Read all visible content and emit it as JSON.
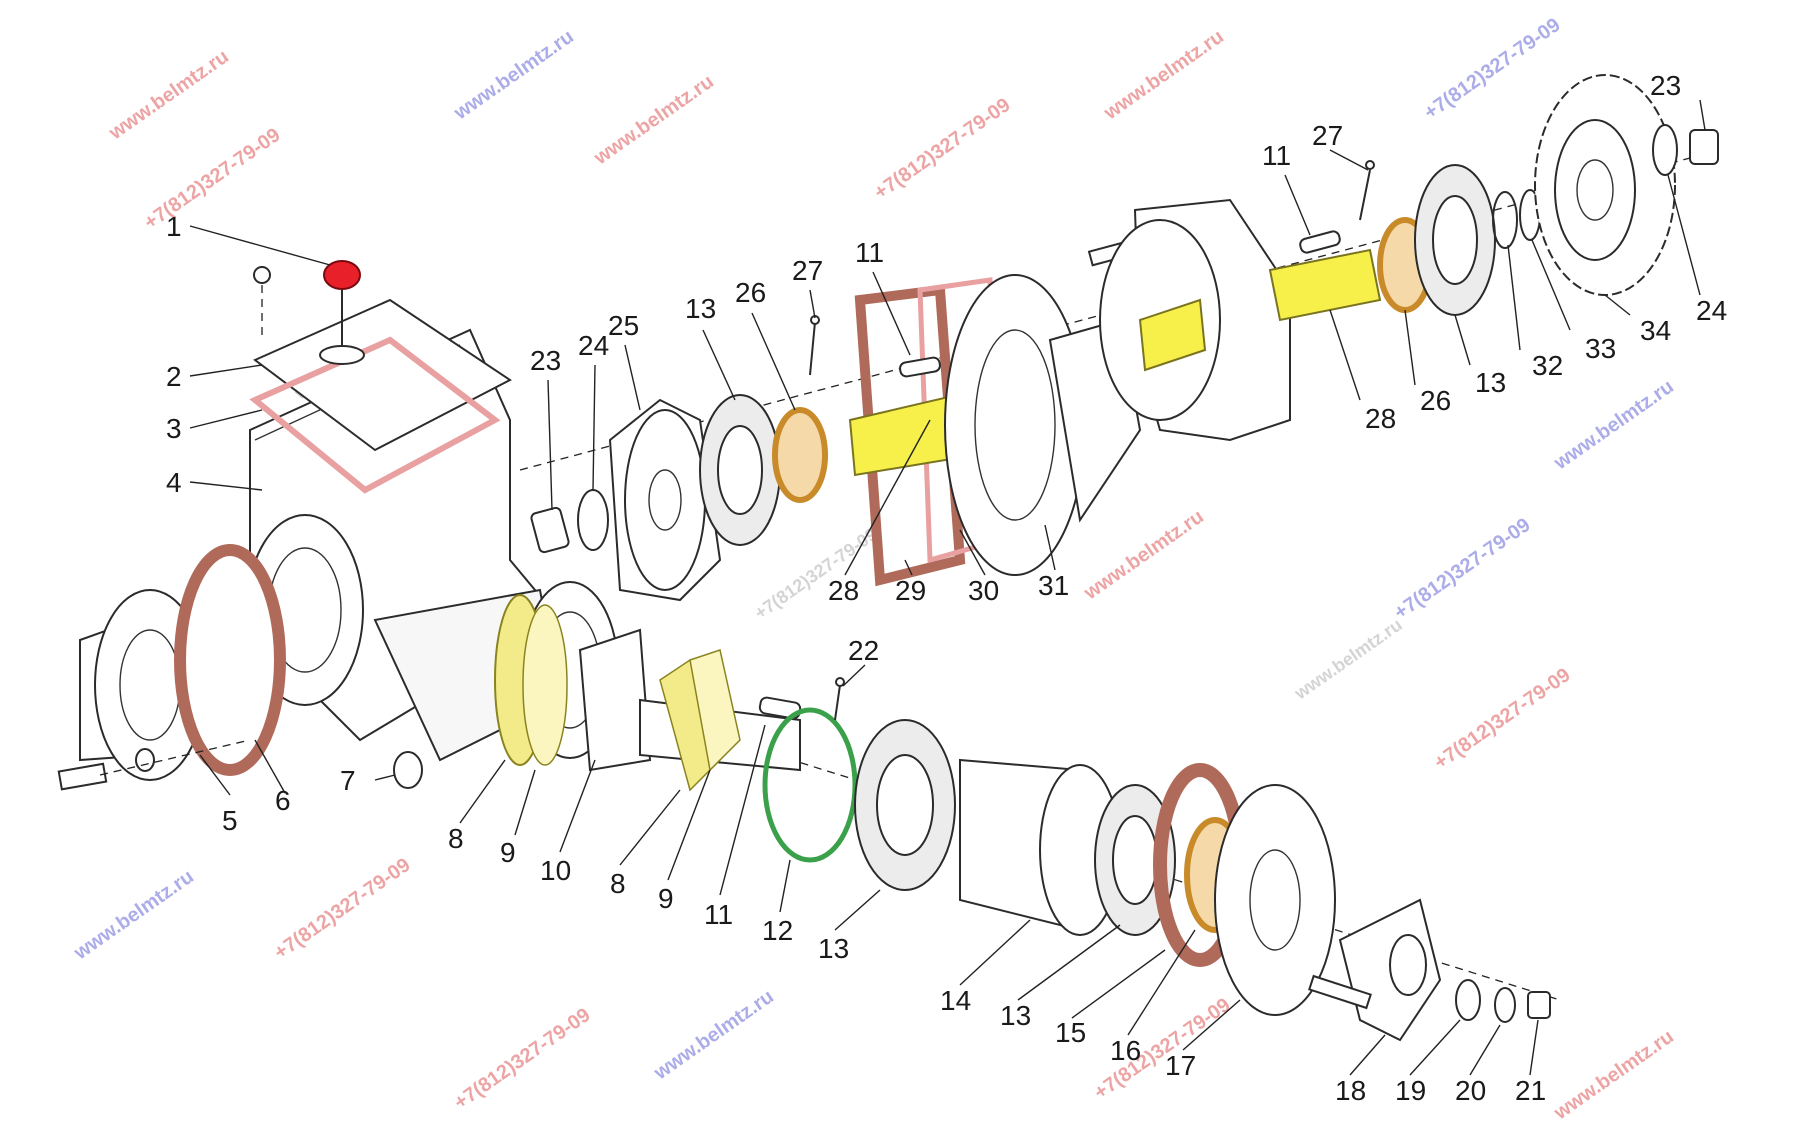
{
  "diagram": {
    "watermarks": [
      "www.belmtz.ru",
      "+7(812)327-79-09"
    ],
    "colors": {
      "highlight_red": "#e8202a",
      "highlight_yellow": "#f7f04a",
      "highlight_orange": "#e8a23a",
      "highlight_pink": "#e8a0a0",
      "highlight_brown": "#b06a5a",
      "highlight_green": "#3aa04a",
      "shim_yellow": "#f3ea8a"
    },
    "callouts": [
      {
        "id": "c1",
        "text": "1"
      },
      {
        "id": "c2",
        "text": "2"
      },
      {
        "id": "c3",
        "text": "3"
      },
      {
        "id": "c4",
        "text": "4"
      },
      {
        "id": "c5",
        "text": "5"
      },
      {
        "id": "c6",
        "text": "6"
      },
      {
        "id": "c7",
        "text": "7"
      },
      {
        "id": "c8a",
        "text": "8"
      },
      {
        "id": "c9a",
        "text": "9"
      },
      {
        "id": "c10",
        "text": "10"
      },
      {
        "id": "c8b",
        "text": "8"
      },
      {
        "id": "c9b",
        "text": "9"
      },
      {
        "id": "c11a",
        "text": "11"
      },
      {
        "id": "c12",
        "text": "12"
      },
      {
        "id": "c13a",
        "text": "13"
      },
      {
        "id": "c14",
        "text": "14"
      },
      {
        "id": "c13b",
        "text": "13"
      },
      {
        "id": "c15",
        "text": "15"
      },
      {
        "id": "c16",
        "text": "16"
      },
      {
        "id": "c17",
        "text": "17"
      },
      {
        "id": "c18",
        "text": "18"
      },
      {
        "id": "c19",
        "text": "19"
      },
      {
        "id": "c20",
        "text": "20"
      },
      {
        "id": "c21",
        "text": "21"
      },
      {
        "id": "c22",
        "text": "22"
      },
      {
        "id": "c23a",
        "text": "23"
      },
      {
        "id": "c24a",
        "text": "24"
      },
      {
        "id": "c25",
        "text": "25"
      },
      {
        "id": "c13c",
        "text": "13"
      },
      {
        "id": "c26a",
        "text": "26"
      },
      {
        "id": "c27a",
        "text": "27"
      },
      {
        "id": "c11b",
        "text": "11"
      },
      {
        "id": "c28a",
        "text": "28"
      },
      {
        "id": "c29",
        "text": "29"
      },
      {
        "id": "c30",
        "text": "30"
      },
      {
        "id": "c31",
        "text": "31"
      },
      {
        "id": "c11c",
        "text": "11"
      },
      {
        "id": "c27b",
        "text": "27"
      },
      {
        "id": "c28b",
        "text": "28"
      },
      {
        "id": "c26b",
        "text": "26"
      },
      {
        "id": "c13d",
        "text": "13"
      },
      {
        "id": "c32",
        "text": "32"
      },
      {
        "id": "c33",
        "text": "33"
      },
      {
        "id": "c34",
        "text": "34"
      },
      {
        "id": "c24b",
        "text": "24"
      },
      {
        "id": "c23b",
        "text": "23"
      }
    ]
  }
}
